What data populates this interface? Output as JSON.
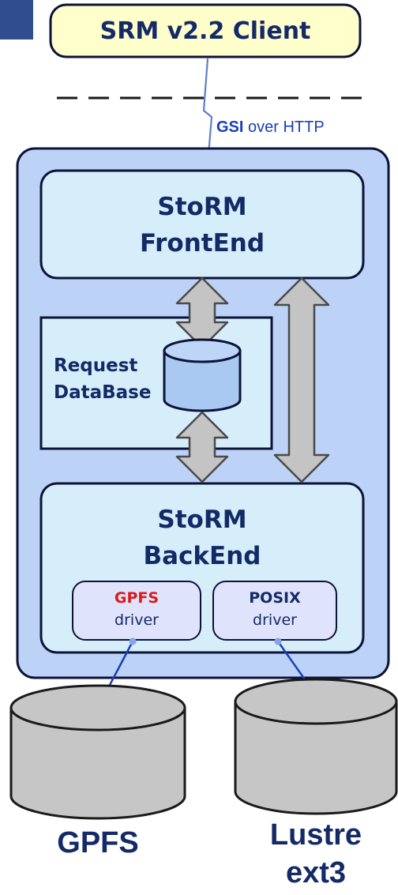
{
  "client": {
    "label": "SRM v2.2 Client"
  },
  "protocol": {
    "gsi": "GSI",
    "rest": " over HTTP"
  },
  "frontend": {
    "line1": "StoRM",
    "line2": "FrontEnd"
  },
  "database": {
    "line1": "Request",
    "line2": "DataBase"
  },
  "backend": {
    "line1": "StoRM",
    "line2": "BackEnd"
  },
  "drivers": [
    {
      "name": "GPFS",
      "sub": "driver"
    },
    {
      "name": "POSIX",
      "sub": "driver"
    }
  ],
  "storage": [
    {
      "line1": "GPFS",
      "line2": ""
    },
    {
      "line1": "Lustre",
      "line2": "ext3"
    }
  ],
  "colors": {
    "client_fill": "#ffffcc",
    "outer_fill": "#bcd3f7",
    "panel_fill": "#d6eefa",
    "driver_fill": "#dfe3fb",
    "border": "#0d1338",
    "gpfs_red": "#d81b1b",
    "link_blue": "#1a3fb8",
    "disk_gray": "#c6c6c6",
    "arrow_gray": "#c4c4c4",
    "cyl_blue": "#a9c8f2",
    "label_navy": "#132a66"
  }
}
